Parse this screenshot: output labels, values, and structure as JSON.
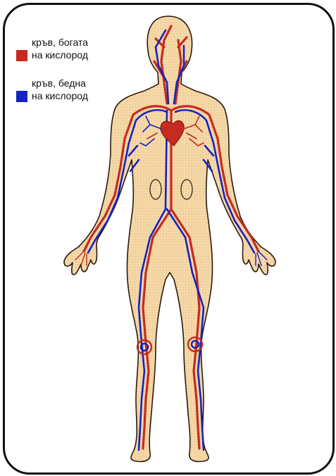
{
  "legend": {
    "items": [
      {
        "line1": "кръв, богата",
        "line2": "на кислород",
        "color": "#c62b1f"
      },
      {
        "line1": "кръв, бедна",
        "line2": "на кислород",
        "color": "#1523c2"
      }
    ]
  },
  "colors": {
    "skin": "#f6d9a8",
    "outline": "#2a1a10",
    "artery": "#c62b1f",
    "vein": "#1523c2"
  }
}
